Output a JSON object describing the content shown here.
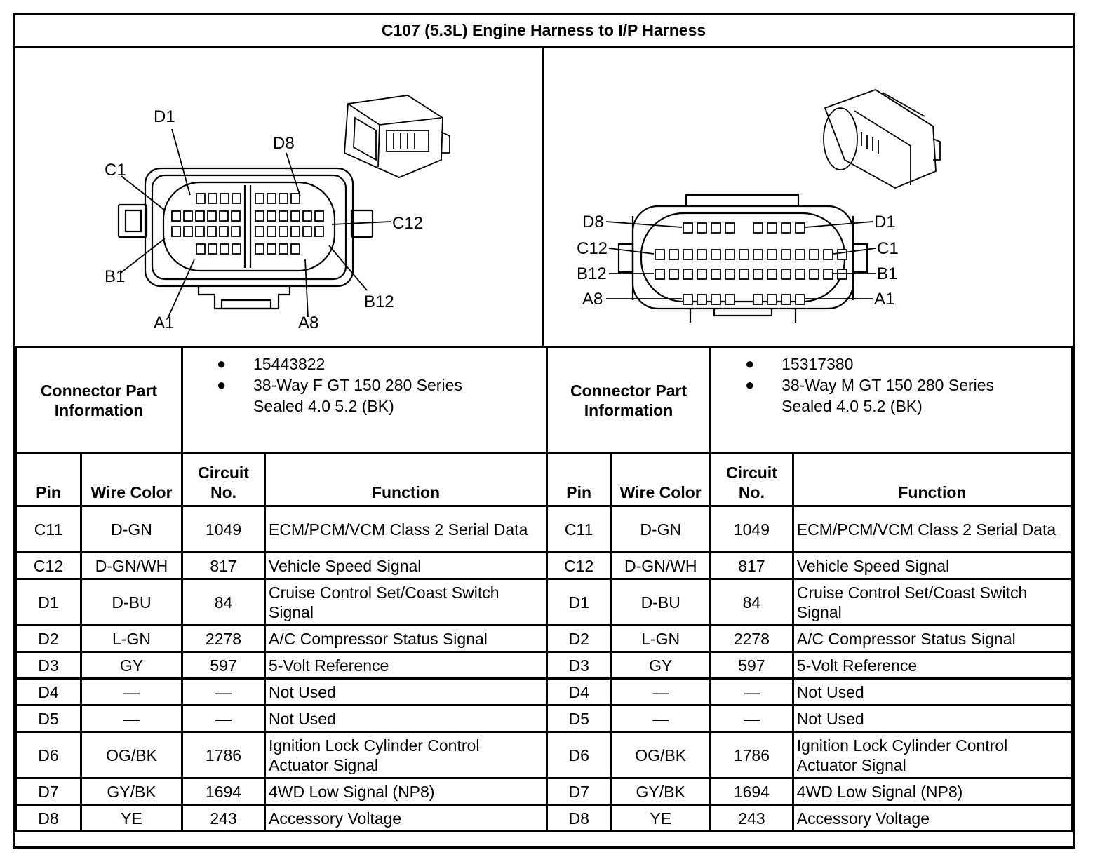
{
  "title": "C107 (5.3L) Engine Harness to I/P Harness",
  "left": {
    "pin_labels": [
      "D1",
      "D8",
      "C1",
      "C12",
      "B1",
      "B12",
      "A1",
      "A8"
    ],
    "info_label": "Connector Part Information",
    "part_number": "15443822",
    "description": "38-Way F GT 150 280 Series Sealed 4.0 5.2 (BK)",
    "headers": {
      "pin": "Pin",
      "wire_color": "Wire Color",
      "circuit": "Circuit No.",
      "function": "Function"
    },
    "rows": [
      {
        "pin": "C11",
        "wire": "D-GN",
        "circuit": "1049",
        "function": "ECM/PCM/VCM Class 2 Serial Data"
      },
      {
        "pin": "C12",
        "wire": "D-GN/WH",
        "circuit": "817",
        "function": "Vehicle Speed Signal"
      },
      {
        "pin": "D1",
        "wire": "D-BU",
        "circuit": "84",
        "function": "Cruise Control Set/Coast Switch Signal"
      },
      {
        "pin": "D2",
        "wire": "L-GN",
        "circuit": "2278",
        "function": "A/C Compressor Status Signal"
      },
      {
        "pin": "D3",
        "wire": "GY",
        "circuit": "597",
        "function": "5-Volt Reference"
      },
      {
        "pin": "D4",
        "wire": "—",
        "circuit": "—",
        "function": "Not Used"
      },
      {
        "pin": "D5",
        "wire": "—",
        "circuit": "—",
        "function": "Not Used"
      },
      {
        "pin": "D6",
        "wire": "OG/BK",
        "circuit": "1786",
        "function": "Ignition Lock Cylinder Control Actuator Signal"
      },
      {
        "pin": "D7",
        "wire": "GY/BK",
        "circuit": "1694",
        "function": "4WD Low Signal (NP8)"
      },
      {
        "pin": "D8",
        "wire": "YE",
        "circuit": "243",
        "function": "Accessory Voltage"
      }
    ]
  },
  "right": {
    "pin_labels": [
      "D8",
      "D1",
      "C12",
      "C1",
      "B12",
      "B1",
      "A8",
      "A1"
    ],
    "info_label": "Connector Part Information",
    "part_number": "15317380",
    "description": "38-Way M GT 150 280 Series Sealed 4.0 5.2 (BK)",
    "headers": {
      "pin": "Pin",
      "wire_color": "Wire Color",
      "circuit": "Circuit No.",
      "function": "Function"
    },
    "rows": [
      {
        "pin": "C11",
        "wire": "D-GN",
        "circuit": "1049",
        "function": "ECM/PCM/VCM Class 2 Serial Data"
      },
      {
        "pin": "C12",
        "wire": "D-GN/WH",
        "circuit": "817",
        "function": "Vehicle Speed Signal"
      },
      {
        "pin": "D1",
        "wire": "D-BU",
        "circuit": "84",
        "function": "Cruise Control Set/Coast Switch Signal"
      },
      {
        "pin": "D2",
        "wire": "L-GN",
        "circuit": "2278",
        "function": "A/C Compressor Status Signal"
      },
      {
        "pin": "D3",
        "wire": "GY",
        "circuit": "597",
        "function": "5-Volt Reference"
      },
      {
        "pin": "D4",
        "wire": "—",
        "circuit": "—",
        "function": "Not Used"
      },
      {
        "pin": "D5",
        "wire": "—",
        "circuit": "—",
        "function": "Not Used"
      },
      {
        "pin": "D6",
        "wire": "OG/BK",
        "circuit": "1786",
        "function": "Ignition Lock Cylinder Control Actuator Signal"
      },
      {
        "pin": "D7",
        "wire": "GY/BK",
        "circuit": "1694",
        "function": "4WD Low Signal (NP8)"
      },
      {
        "pin": "D8",
        "wire": "YE",
        "circuit": "243",
        "function": "Accessory Voltage"
      }
    ]
  }
}
